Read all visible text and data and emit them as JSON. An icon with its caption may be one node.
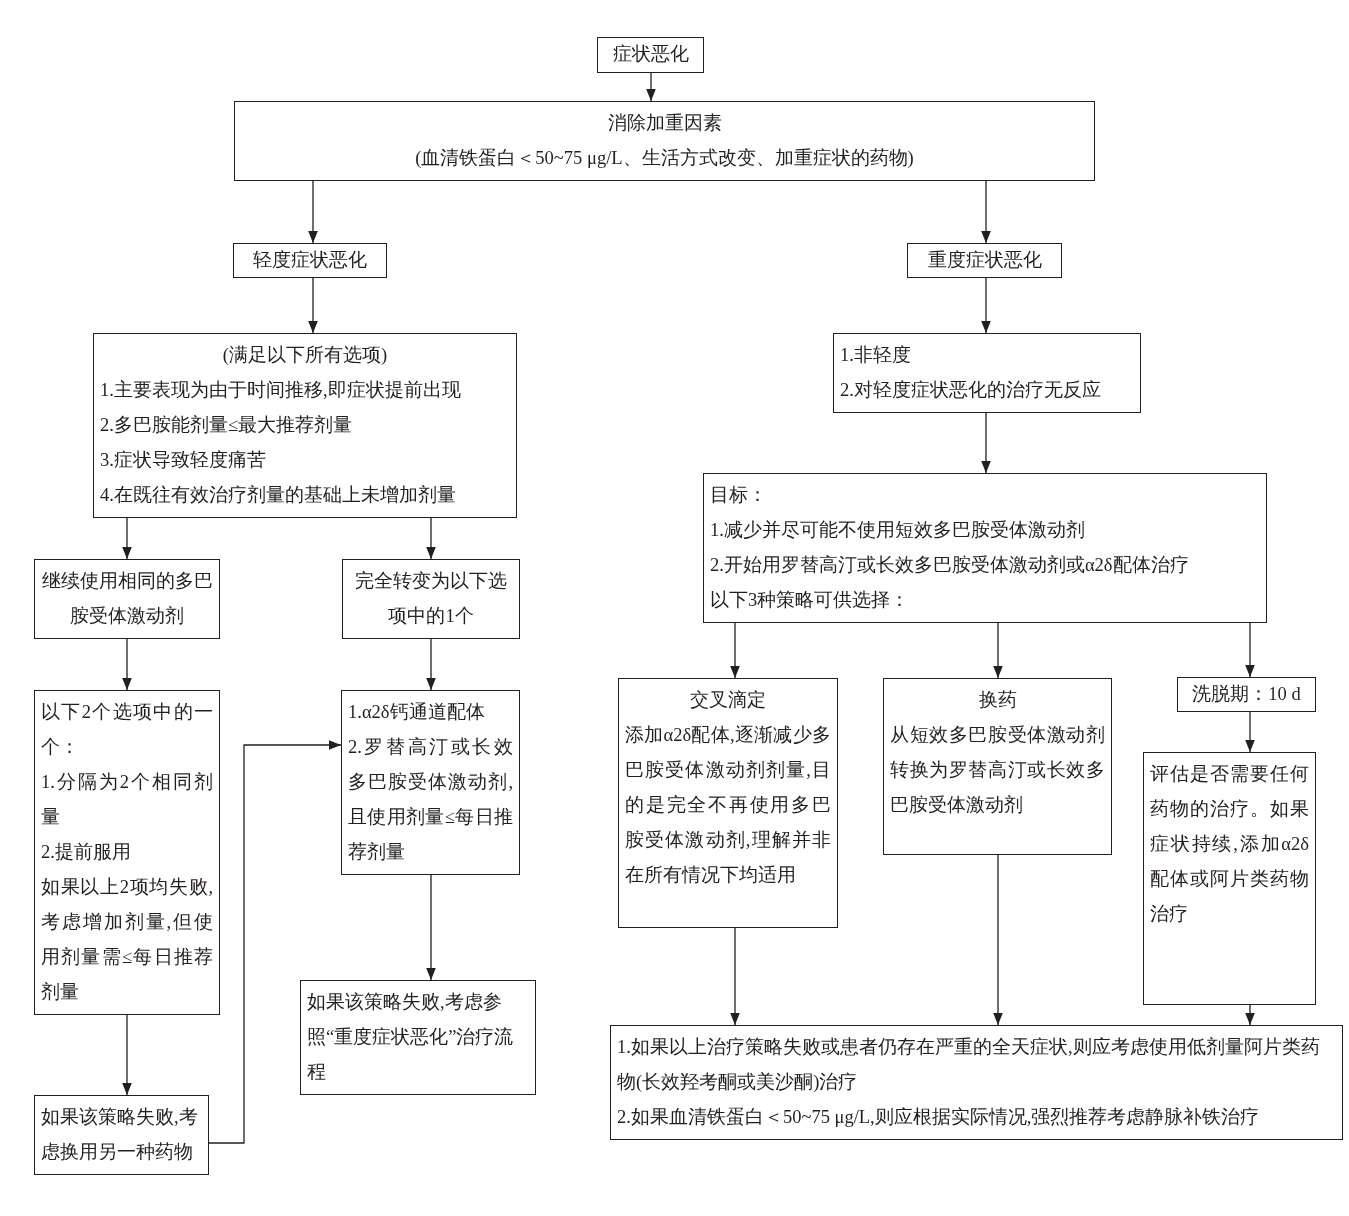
{
  "diagram": {
    "nodes": [
      {
        "text": [
          "症状恶化"
        ]
      },
      {
        "text": [
          "消除加重因素",
          "(血清铁蛋白＜50~75 μg/L、生活方式改变、加重症状的药物)"
        ]
      },
      {
        "text": [
          "轻度症状恶化"
        ]
      },
      {
        "text": [
          "重度症状恶化"
        ]
      },
      {
        "text": [
          "(满足以下所有选项)",
          "1.主要表现为由于时间推移,即症状提前出现",
          "2.多巴胺能剂量≤最大推荐剂量",
          "3.症状导致轻度痛苦",
          "4.在既往有效治疗剂量的基础上未增加剂量"
        ]
      },
      {
        "text": [
          "继续使用相同的多巴胺受体激动剂"
        ]
      },
      {
        "text": [
          "完全转变为以下选项中的1个"
        ]
      },
      {
        "text": [
          "以下2个选项中的一个：",
          "1.分隔为2个相同剂量",
          "2.提前服用",
          "如果以上2项均失败,考虑增加剂量,但使用剂量需≤每日推荐剂量"
        ]
      },
      {
        "text": [
          "1.α2δ钙通道配体",
          "2.罗替高汀或长效多巴胺受体激动剂,且使用剂量≤每日推荐剂量"
        ]
      },
      {
        "text": [
          "如果该策略失败,考虑参照“重度症状恶化”治疗流程"
        ]
      },
      {
        "text": [
          "如果该策略失败,考虑换用另一种药物"
        ]
      },
      {
        "text": [
          "1.非轻度",
          "2.对轻度症状恶化的治疗无反应"
        ]
      },
      {
        "text": [
          "目标：",
          "1.减少并尽可能不使用短效多巴胺受体激动剂",
          "2.开始用罗替高汀或长效多巴胺受体激动剂或α2δ配体治疗",
          "以下3种策略可供选择："
        ]
      },
      {
        "text": [
          "交叉滴定",
          "添加α2δ配体,逐渐减少多巴胺受体激动剂剂量,目的是完全不再使用多巴胺受体激动剂,理解并非在所有情况下均适用"
        ]
      },
      {
        "text": [
          "换药",
          "从短效多巴胺受体激动剂转换为罗替高汀或长效多巴胺受体激动剂"
        ]
      },
      {
        "text": [
          "洗脱期：10 d"
        ]
      },
      {
        "text": [
          "评估是否需要任何药物的治疗。如果症状持续,添加α2δ配体或阿片类药物治疗"
        ]
      },
      {
        "text": [
          "1.如果以上治疗策略失败或患者仍存在严重的全天症状,则应考虑使用低剂量阿片类药物(长效羟考酮或美沙酮)治疗",
          "2.如果血清铁蛋白＜50~75 μg/L,则应根据实际情况,强烈推荐考虑静脉补铁治疗"
        ]
      }
    ],
    "edges": [
      {
        "from": 0,
        "to": 1,
        "arrow": "to"
      },
      {
        "from": 1,
        "to": 2,
        "arrow": "to"
      },
      {
        "from": 1,
        "to": 3,
        "arrow": "to"
      },
      {
        "from": 2,
        "to": 4,
        "arrow": "to"
      },
      {
        "from": 4,
        "to": 5,
        "arrow": "to"
      },
      {
        "from": 4,
        "to": 6,
        "arrow": "to"
      },
      {
        "from": 5,
        "to": 7,
        "arrow": "to"
      },
      {
        "from": 6,
        "to": 8,
        "arrow": "to"
      },
      {
        "from": 7,
        "to": 10,
        "arrow": "to"
      },
      {
        "from": 8,
        "to": 9,
        "arrow": "to"
      },
      {
        "from": 10,
        "to": 8,
        "arrow": "to"
      },
      {
        "from": 3,
        "to": 11,
        "arrow": "to"
      },
      {
        "from": 11,
        "to": 12,
        "arrow": "to"
      },
      {
        "from": 12,
        "to": 13,
        "arrow": "to"
      },
      {
        "from": 12,
        "to": 14,
        "arrow": "to"
      },
      {
        "from": 12,
        "to": 15,
        "arrow": "to"
      },
      {
        "from": 15,
        "to": 16,
        "arrow": "to"
      },
      {
        "from": 13,
        "to": 17,
        "arrow": "to"
      },
      {
        "from": 14,
        "to": 17,
        "arrow": "to"
      },
      {
        "from": 16,
        "to": 17,
        "arrow": "to"
      }
    ]
  }
}
